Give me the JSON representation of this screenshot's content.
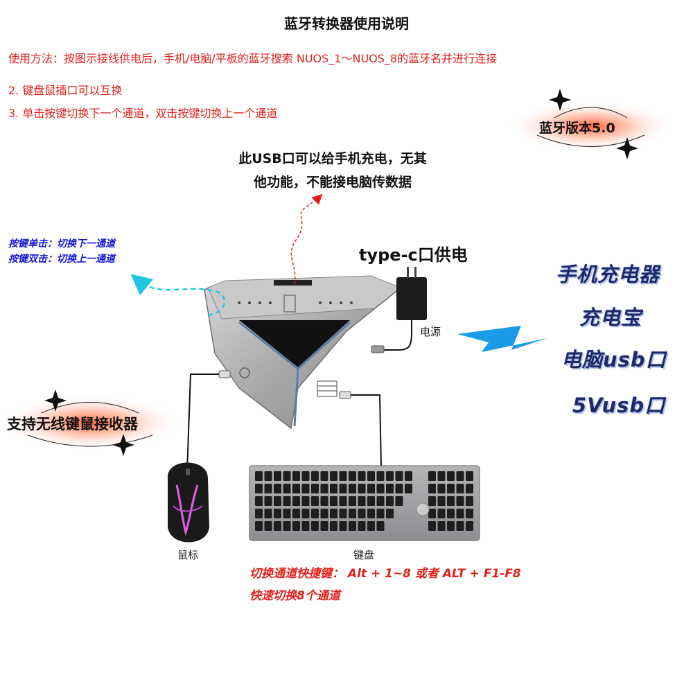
{
  "title": "蓝牙转换器使用说明",
  "instructions": [
    "使用方法：按图示接线供电后，手机/电脑/平板的蓝牙搜索 NUOS_1～NUOS_8的蓝牙名并进行连接",
    "2. 键盘鼠插口可以互换",
    "3. 单击按键切换下一个通道，双击按键切换上一个通道"
  ],
  "badge": "蓝牙版本5.0",
  "usb_note": [
    "此USB口可以给手机充电，无其",
    "他功能，不能接电脑传数据"
  ],
  "button_note": [
    "按键单击：切换下一通道",
    "按键双击：切换上一通道"
  ],
  "typec_label": "type-c口供电",
  "power_label": "电源",
  "power_sources": [
    "手机充电器",
    "充电宝",
    "电脑usb口",
    "5Vusb口"
  ],
  "wireless_badge": "支持无线键鼠接收器",
  "mouse_label": "鼠标",
  "keyboard_label": "键盘",
  "shortcut": [
    "切换通道快捷键：  Alt  + 1~8 或者 ALT + F1-F8",
    "快速切换8个通道"
  ],
  "colors": {
    "red": "#e0201a",
    "blue": "#1515d8",
    "navy": "#1d2a6a",
    "cyan": "#21c7e0",
    "bolt": "#1a9be8"
  }
}
